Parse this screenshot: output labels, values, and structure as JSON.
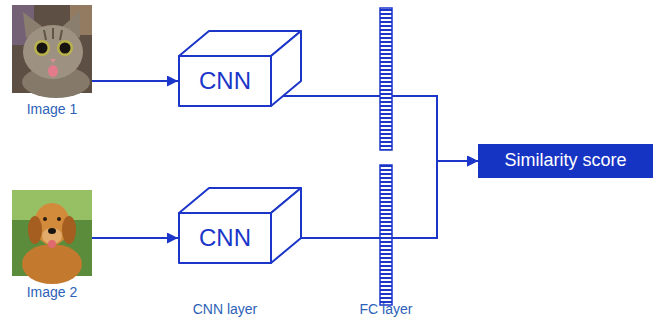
{
  "diagram": {
    "nodes": [
      {
        "text": [
          "Image 1"
        ]
      },
      {
        "text": [
          "CNN"
        ]
      },
      {
        "text": [
          "Image 2"
        ]
      },
      {
        "text": [
          "CNN"
        ]
      },
      {
        "text": [
          "Similarity score"
        ]
      }
    ],
    "edges": [
      {
        "from": 0,
        "to": 1,
        "arrow": "to"
      },
      {
        "from": 2,
        "to": 3,
        "arrow": "to"
      },
      {
        "from": 1,
        "to": 4,
        "arrow": "to"
      },
      {
        "from": 3,
        "to": 4,
        "arrow": "to"
      }
    ],
    "labels": [
      "CNN layer",
      "FC layer"
    ]
  }
}
